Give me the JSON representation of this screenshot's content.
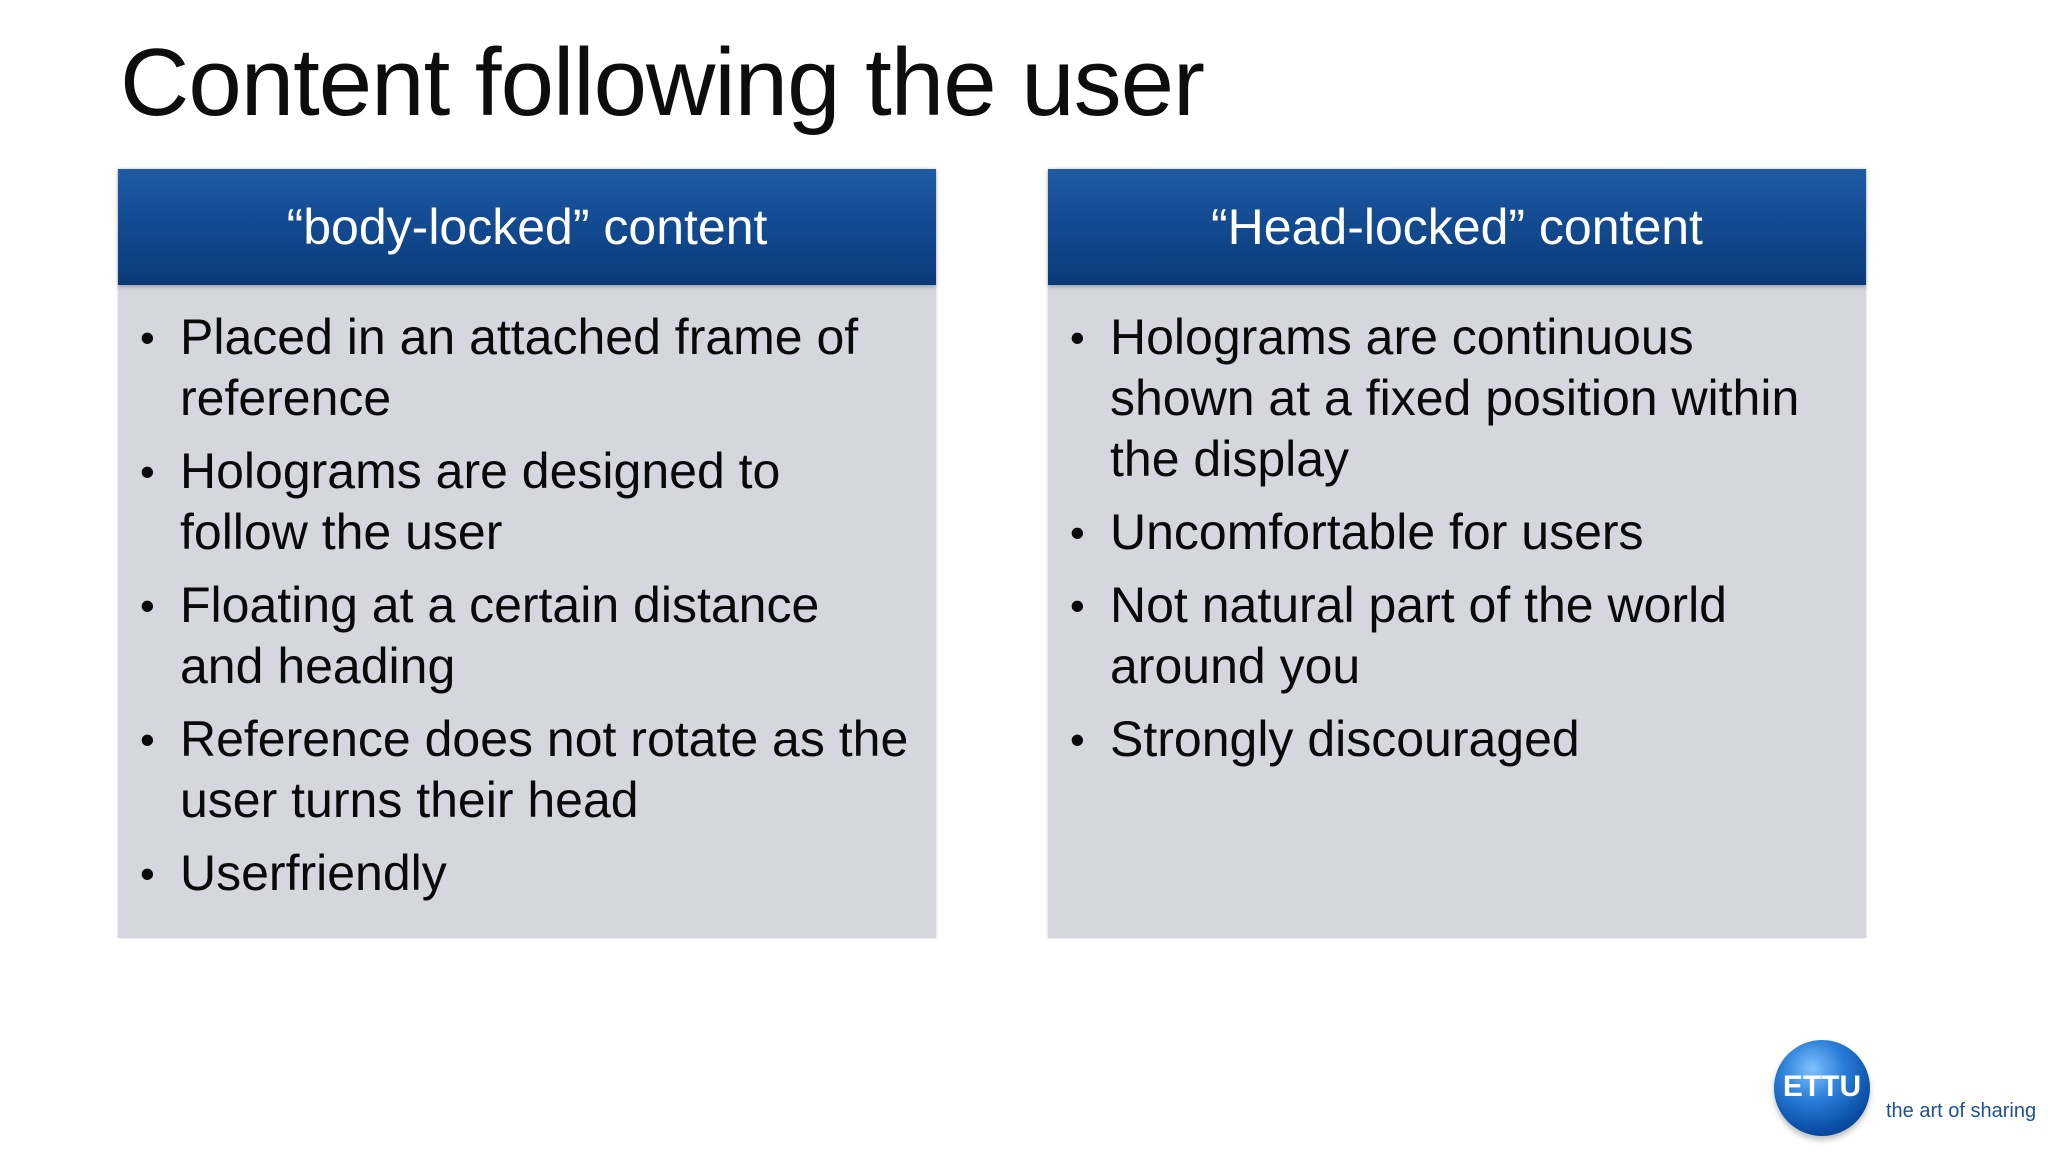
{
  "slide": {
    "title": "Content following the user"
  },
  "panels": [
    {
      "header": "“body-locked” content",
      "bullets": [
        "Placed in an attached frame of reference",
        "Holograms are designed to follow the user",
        "Floating at a certain distance and heading",
        "Reference does not rotate as the user turns their head",
        "Userfriendly"
      ]
    },
    {
      "header": "“Head-locked” content",
      "bullets": [
        "Holograms are continuous shown at a fixed position within the display",
        "Uncomfortable for users",
        "Not natural part of the world around you",
        "Strongly discouraged"
      ]
    }
  ],
  "logo": {
    "text": "ETTU",
    "tagline": "the art of sharing"
  },
  "colors": {
    "header_blue": "#134b92",
    "panel_gray": "#d6d6df",
    "logo_blue": "#0b4ea6"
  },
  "icons": {
    "bullet": "bullet-dot-icon",
    "logo": "globe-logo-icon"
  }
}
